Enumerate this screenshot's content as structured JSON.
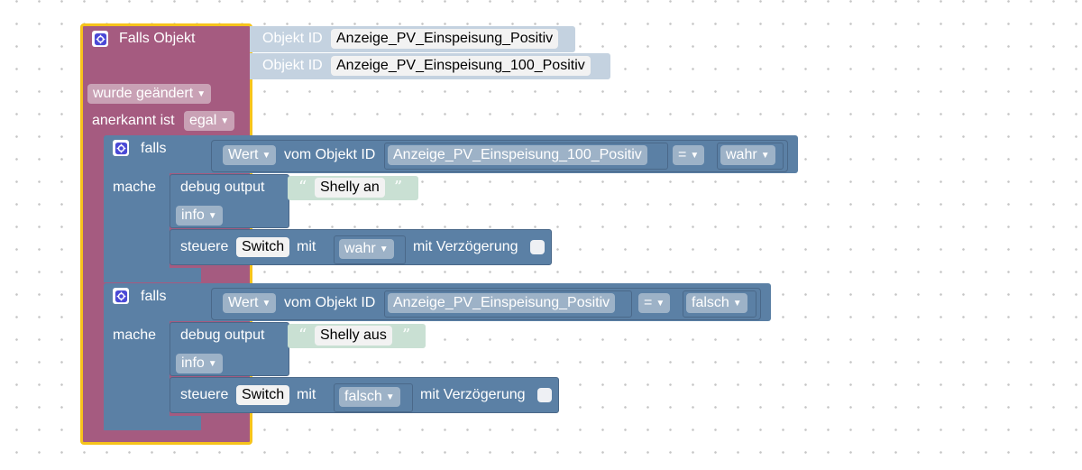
{
  "event_block": {
    "title": "Falls Objekt",
    "objects": [
      {
        "label": "Objekt ID",
        "value": "Anzeige_PV_Einspeisung_Positiv"
      },
      {
        "label": "Objekt ID",
        "value": "Anzeige_PV_Einspeisung_100_Positiv"
      }
    ],
    "trigger": "wurde geändert",
    "ack_label": "anerkannt ist",
    "ack_value": "egal"
  },
  "if_blocks": [
    {
      "if_label": "falls",
      "do_label": "mache",
      "condition": {
        "value_type": "Wert",
        "object_label": "vom Objekt ID",
        "object_id": "Anzeige_PV_Einspeisung_100_Positiv",
        "operator": "=",
        "compare": "wahr"
      },
      "debug": {
        "label": "debug output",
        "text": "Shelly an",
        "level": "info"
      },
      "control": {
        "label": "steuere",
        "target": "Switch",
        "with_label": "mit",
        "value": "wahr",
        "delay_label": "mit Verzögerung"
      }
    },
    {
      "if_label": "falls",
      "do_label": "mache",
      "condition": {
        "value_type": "Wert",
        "object_label": "vom Objekt ID",
        "object_id": "Anzeige_PV_Einspeisung_Positiv",
        "operator": "=",
        "compare": "falsch"
      },
      "debug": {
        "label": "debug output",
        "text": "Shelly aus",
        "level": "info"
      },
      "control": {
        "label": "steuere",
        "target": "Switch",
        "with_label": "mit",
        "value": "falsch",
        "delay_label": "mit Verzögerung"
      }
    }
  ],
  "icons": {
    "mutator": "gear-icon",
    "dropdown": "triangle-down",
    "quote_open": "“",
    "quote_close": "”"
  },
  "colors": {
    "event_block": "#a55b80",
    "logic_block": "#5b80a5",
    "object_id_block": "#c4d2e0",
    "text_block": "#c9e0d3",
    "selection": "#f6c31b"
  }
}
